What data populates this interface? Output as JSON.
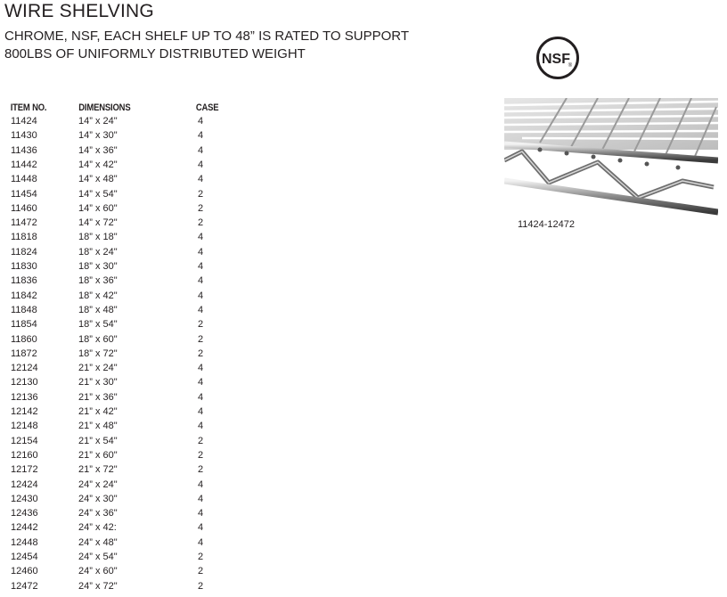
{
  "header": {
    "title": "WIRE SHELVING",
    "subtitle_line1": "CHROME, NSF, EACH SHELF UP TO 48” IS RATED TO SUPPORT",
    "subtitle_line2": "800LBS OF UNIFORMLY DISTRIBUTED WEIGHT"
  },
  "badge": {
    "icon": "nsf-certification-icon",
    "text": "NSF",
    "mark": "®"
  },
  "image": {
    "icon": "wire-shelf-photo",
    "caption": "11424-12472"
  },
  "table": {
    "columns": [
      "ITEM NO.",
      "DIMENSIONS",
      "CASE"
    ],
    "rows": [
      [
        "11424",
        "14” x 24\"",
        "4"
      ],
      [
        "11430",
        "14” x 30\"",
        "4"
      ],
      [
        "11436",
        "14” x 36\"",
        "4"
      ],
      [
        "11442",
        "14” x 42\"",
        "4"
      ],
      [
        "11448",
        "14” x 48\"",
        "4"
      ],
      [
        "11454",
        "14” x 54\"",
        "2"
      ],
      [
        "11460",
        "14” x 60\"",
        "2"
      ],
      [
        "11472",
        "14” x 72\"",
        "2"
      ],
      [
        "11818",
        "18” x 18\"",
        "4"
      ],
      [
        "11824",
        "18” x 24\"",
        "4"
      ],
      [
        "11830",
        "18” x 30\"",
        "4"
      ],
      [
        "11836",
        "18” x 36\"",
        "4"
      ],
      [
        "11842",
        "18” x 42\"",
        "4"
      ],
      [
        "11848",
        "18” x 48\"",
        "4"
      ],
      [
        "11854",
        "18” x 54\"",
        "2"
      ],
      [
        "11860",
        "18” x 60\"",
        "2"
      ],
      [
        "11872",
        "18” x 72\"",
        "2"
      ],
      [
        "12124",
        "21” x 24\"",
        "4"
      ],
      [
        "12130",
        "21” x 30\"",
        "4"
      ],
      [
        "12136",
        "21” x 36\"",
        "4"
      ],
      [
        "12142",
        "21” x 42\"",
        "4"
      ],
      [
        "12148",
        "21” x 48\"",
        "4"
      ],
      [
        "12154",
        "21” x 54\"",
        "2"
      ],
      [
        "12160",
        "21” x 60\"",
        "2"
      ],
      [
        "12172",
        "21” x 72\"",
        "2"
      ],
      [
        "12424",
        "24” x 24\"",
        "4"
      ],
      [
        "12430",
        "24” x 30\"",
        "4"
      ],
      [
        "12436",
        "24” x 36\"",
        "4"
      ],
      [
        "12442",
        "24” x 42:",
        "4"
      ],
      [
        "12448",
        "24” x 48\"",
        "4"
      ],
      [
        "12454",
        "24” x 54\"",
        "2"
      ],
      [
        "12460",
        "24” x 60\"",
        "2"
      ],
      [
        "12472",
        "24” x 72\"",
        "2"
      ]
    ]
  }
}
